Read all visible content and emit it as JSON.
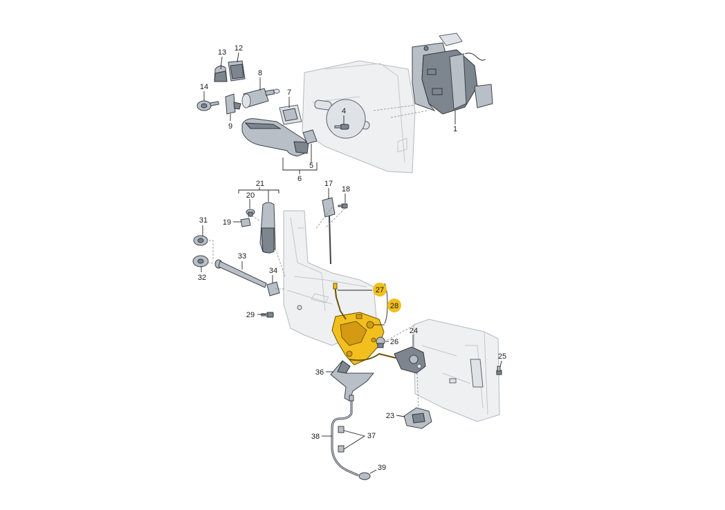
{
  "diagram": {
    "callouts": [
      {
        "id": "c1",
        "label": "1",
        "highlight": false
      },
      {
        "id": "c4",
        "label": "4",
        "highlight": false
      },
      {
        "id": "c5",
        "label": "5",
        "highlight": false
      },
      {
        "id": "c6",
        "label": "6",
        "highlight": false
      },
      {
        "id": "c7",
        "label": "7",
        "highlight": false
      },
      {
        "id": "c8",
        "label": "8",
        "highlight": false
      },
      {
        "id": "c9",
        "label": "9",
        "highlight": false
      },
      {
        "id": "c12",
        "label": "12",
        "highlight": false
      },
      {
        "id": "c13",
        "label": "13",
        "highlight": false
      },
      {
        "id": "c14",
        "label": "14",
        "highlight": false
      },
      {
        "id": "c17",
        "label": "17",
        "highlight": false
      },
      {
        "id": "c18",
        "label": "18",
        "highlight": false
      },
      {
        "id": "c19",
        "label": "19",
        "highlight": false
      },
      {
        "id": "c20",
        "label": "20",
        "highlight": false
      },
      {
        "id": "c21",
        "label": "21",
        "highlight": false
      },
      {
        "id": "c23",
        "label": "23",
        "highlight": false
      },
      {
        "id": "c24",
        "label": "24",
        "highlight": false
      },
      {
        "id": "c25",
        "label": "25",
        "highlight": false
      },
      {
        "id": "c26",
        "label": "26",
        "highlight": false
      },
      {
        "id": "c27",
        "label": "27",
        "highlight": true
      },
      {
        "id": "c28",
        "label": "28",
        "highlight": true
      },
      {
        "id": "c29",
        "label": "29",
        "highlight": false
      },
      {
        "id": "c31",
        "label": "31",
        "highlight": false
      },
      {
        "id": "c32",
        "label": "32",
        "highlight": false
      },
      {
        "id": "c33",
        "label": "33",
        "highlight": false
      },
      {
        "id": "c34",
        "label": "34",
        "highlight": false
      },
      {
        "id": "c36",
        "label": "36",
        "highlight": false
      },
      {
        "id": "c37",
        "label": "37",
        "highlight": false
      },
      {
        "id": "c38",
        "label": "38",
        "highlight": false
      },
      {
        "id": "c39",
        "label": "39",
        "highlight": false
      }
    ],
    "colors": {
      "highlight": "#f2bf1e",
      "part_fill": "#b9bfc6",
      "outline": "#3c4148",
      "panel": "#eef0f2"
    }
  }
}
